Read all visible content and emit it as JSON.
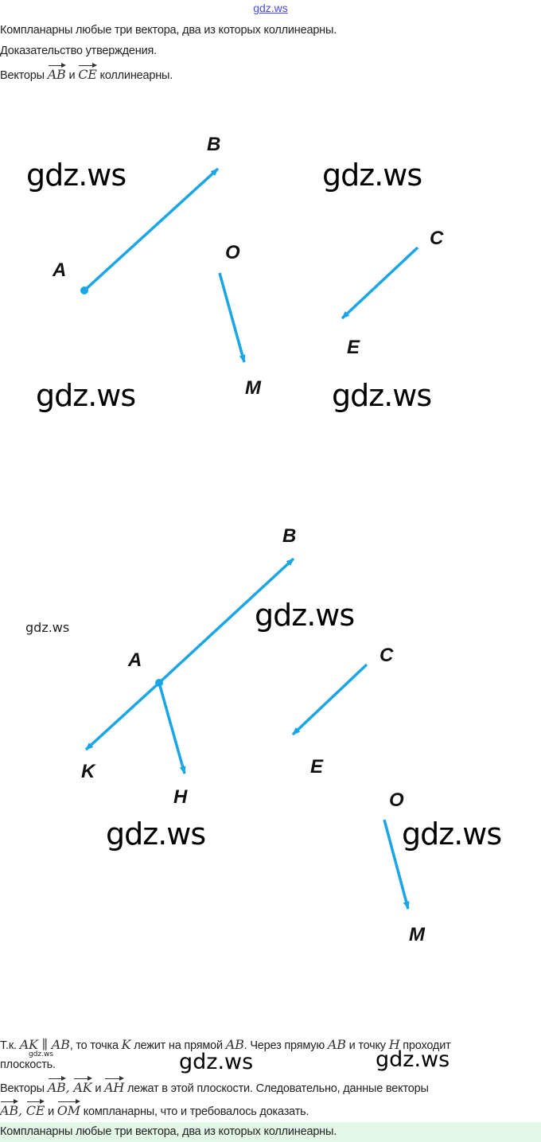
{
  "header": {
    "link": "gdz.ws"
  },
  "intro": {
    "statement": "Компланарны любые три вектора, два из которых коллинеарны.",
    "proof_title": "Доказательство утверждения.",
    "line3": {
      "a": "Векторы ",
      "v1": "AB",
      "b": " и ",
      "v2": "CE",
      "c": " коллинеарны."
    }
  },
  "figure1": {
    "labels": {
      "A": "A",
      "B": "B",
      "O": "O",
      "M": "M",
      "C": "C",
      "E": "E"
    }
  },
  "figure2": {
    "labels": {
      "A": "A",
      "B": "B",
      "K": "K",
      "H": "H",
      "C": "C",
      "E": "E",
      "O": "O",
      "M": "M"
    }
  },
  "watermarks": {
    "text": "gdz.ws"
  },
  "conclusion": {
    "l1": {
      "a": "Т.к. ",
      "m1": "AK",
      "par": " ∥ ",
      "m2": "AB",
      "b": ", то точка ",
      "m3": "K",
      "c": " лежит на прямой ",
      "m4": "AB",
      "d": ". Через прямую ",
      "m5": "AB",
      "e": " и точку ",
      "m6": "H",
      "f": " проходит"
    },
    "l2": "плоскость.",
    "l3": {
      "a": "Векторы ",
      "v1": "AB",
      "s1": ",  ",
      "v2": "AK",
      "b": " и ",
      "v3": "AH",
      "c": " лежат в этой плоскости. Следовательно, данные векторы"
    },
    "l4": {
      "v1": "AB",
      "s1": ",  ",
      "v2": "CE",
      "b": " и ",
      "v3": "OM",
      "c": " компланарны, что и требовалось доказать."
    },
    "highlight": "Компланарны любые три вектора, два из которых коллинеарны."
  },
  "colors": {
    "arrow": "#1aa6e6",
    "highlight": "#e3f7e8",
    "link": "#4a4adf"
  }
}
